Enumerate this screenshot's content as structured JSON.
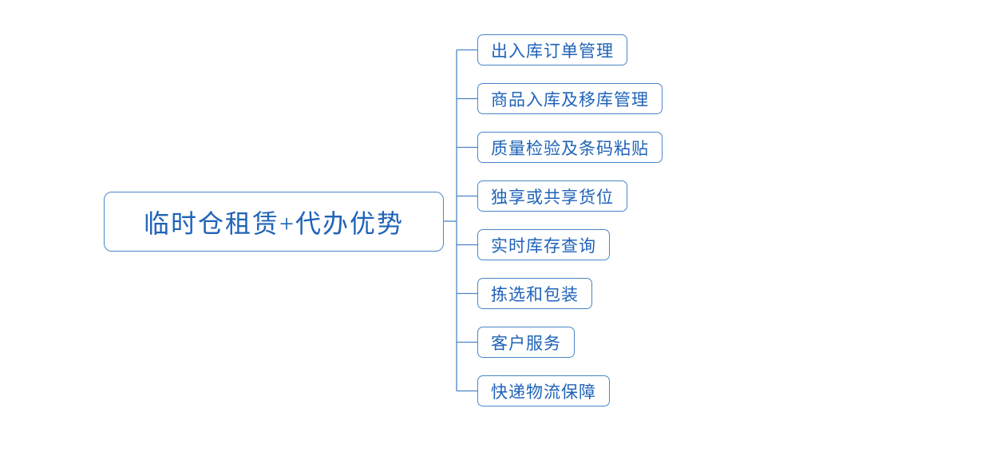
{
  "diagram": {
    "type": "mindmap",
    "background": "#ffffff",
    "colors": {
      "node_border": "#4a86c6",
      "node_text": "#1f63b8",
      "line": "#4a86c6"
    },
    "root": {
      "label": "临时仓租赁+代办优势"
    },
    "children": [
      {
        "label": "出入库订单管理"
      },
      {
        "label": "商品入库及移库管理"
      },
      {
        "label": "质量检验及条码粘贴"
      },
      {
        "label": "独享或共享货位"
      },
      {
        "label": "实时库存查询"
      },
      {
        "label": "拣选和包装"
      },
      {
        "label": "客户服务"
      },
      {
        "label": "快递物流保障"
      }
    ]
  }
}
